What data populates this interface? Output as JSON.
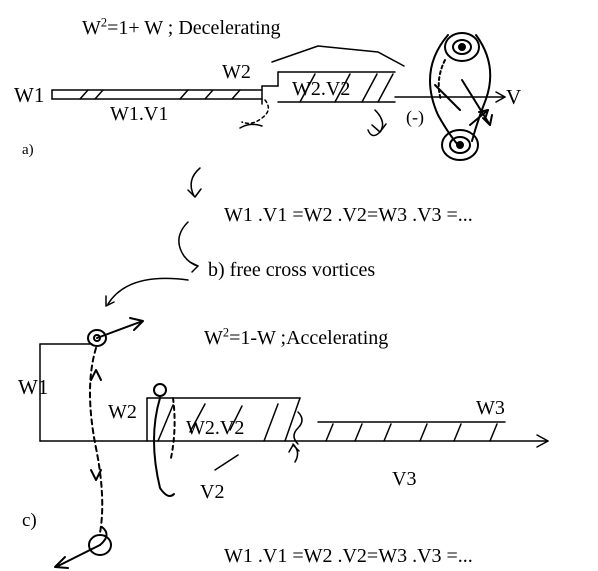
{
  "panel_a": {
    "eq_prefix": "W",
    "eq_sup": "2",
    "eq_suffix": "=1+ W ;  Decelerating",
    "w1": "W1",
    "w1v1": "W1.V1",
    "w2": "W2",
    "w2v2": "W2.V2",
    "minus": "(-)",
    "v": "V",
    "label": "a)"
  },
  "middle": {
    "continuity_1": "W1 .V1  =W2 .V2=W3  .V3 =...",
    "label_b": "b) free cross vortices"
  },
  "panel_c": {
    "eq_prefix": "W",
    "eq_sup": "2",
    "eq_suffix": "=1-W  ;Accelerating",
    "w1": "W1",
    "w2": "W2",
    "w2v2": "W2.V2",
    "w3": "W3",
    "v2": "V2",
    "v3": "V3",
    "label": "c)",
    "continuity_2": "W1 .V1  =W2 .V2=W3  .V3  =..."
  }
}
